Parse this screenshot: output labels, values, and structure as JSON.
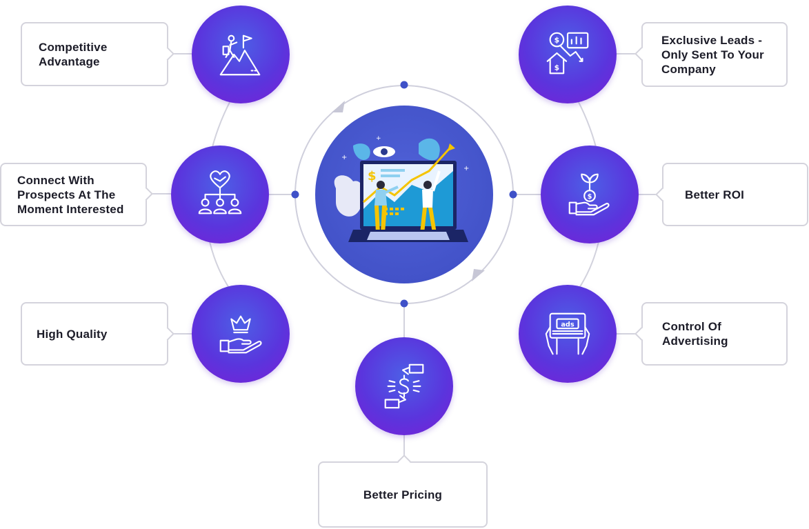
{
  "diagram": {
    "center": {
      "icon": "marketing-growth-illustration",
      "colors": {
        "circle": "#4353c9",
        "dots": "#3f51c8",
        "ring": "#cfcfdc"
      }
    },
    "nodes": [
      {
        "id": "competitive-advantage",
        "label": "Competitive\nAdvantage",
        "icon": "mountain-climber-flag-icon"
      },
      {
        "id": "connect-prospects",
        "label": "Connect With\nProspects At The\nMoment Interested",
        "icon": "heart-handshake-network-icon"
      },
      {
        "id": "high-quality",
        "label": "High Quality",
        "icon": "crown-hand-icon"
      },
      {
        "id": "better-pricing",
        "label": "Better Pricing",
        "icon": "dollar-hands-exchange-icon"
      },
      {
        "id": "control-advertising",
        "label": "Control Of\nAdvertising",
        "icon": "ads-screen-hands-icon"
      },
      {
        "id": "better-roi",
        "label": "Better ROI",
        "icon": "plant-coin-hand-icon"
      },
      {
        "id": "exclusive-leads",
        "label": "Exclusive Leads -\nOnly Sent To Your\nCompany",
        "icon": "dollar-chart-house-icon"
      }
    ],
    "colors": {
      "node_gradient_start": "#4d5fe6",
      "node_gradient_end": "#7b1fd6",
      "box_border": "#d4d3dc",
      "text": "#1c1c28"
    }
  }
}
